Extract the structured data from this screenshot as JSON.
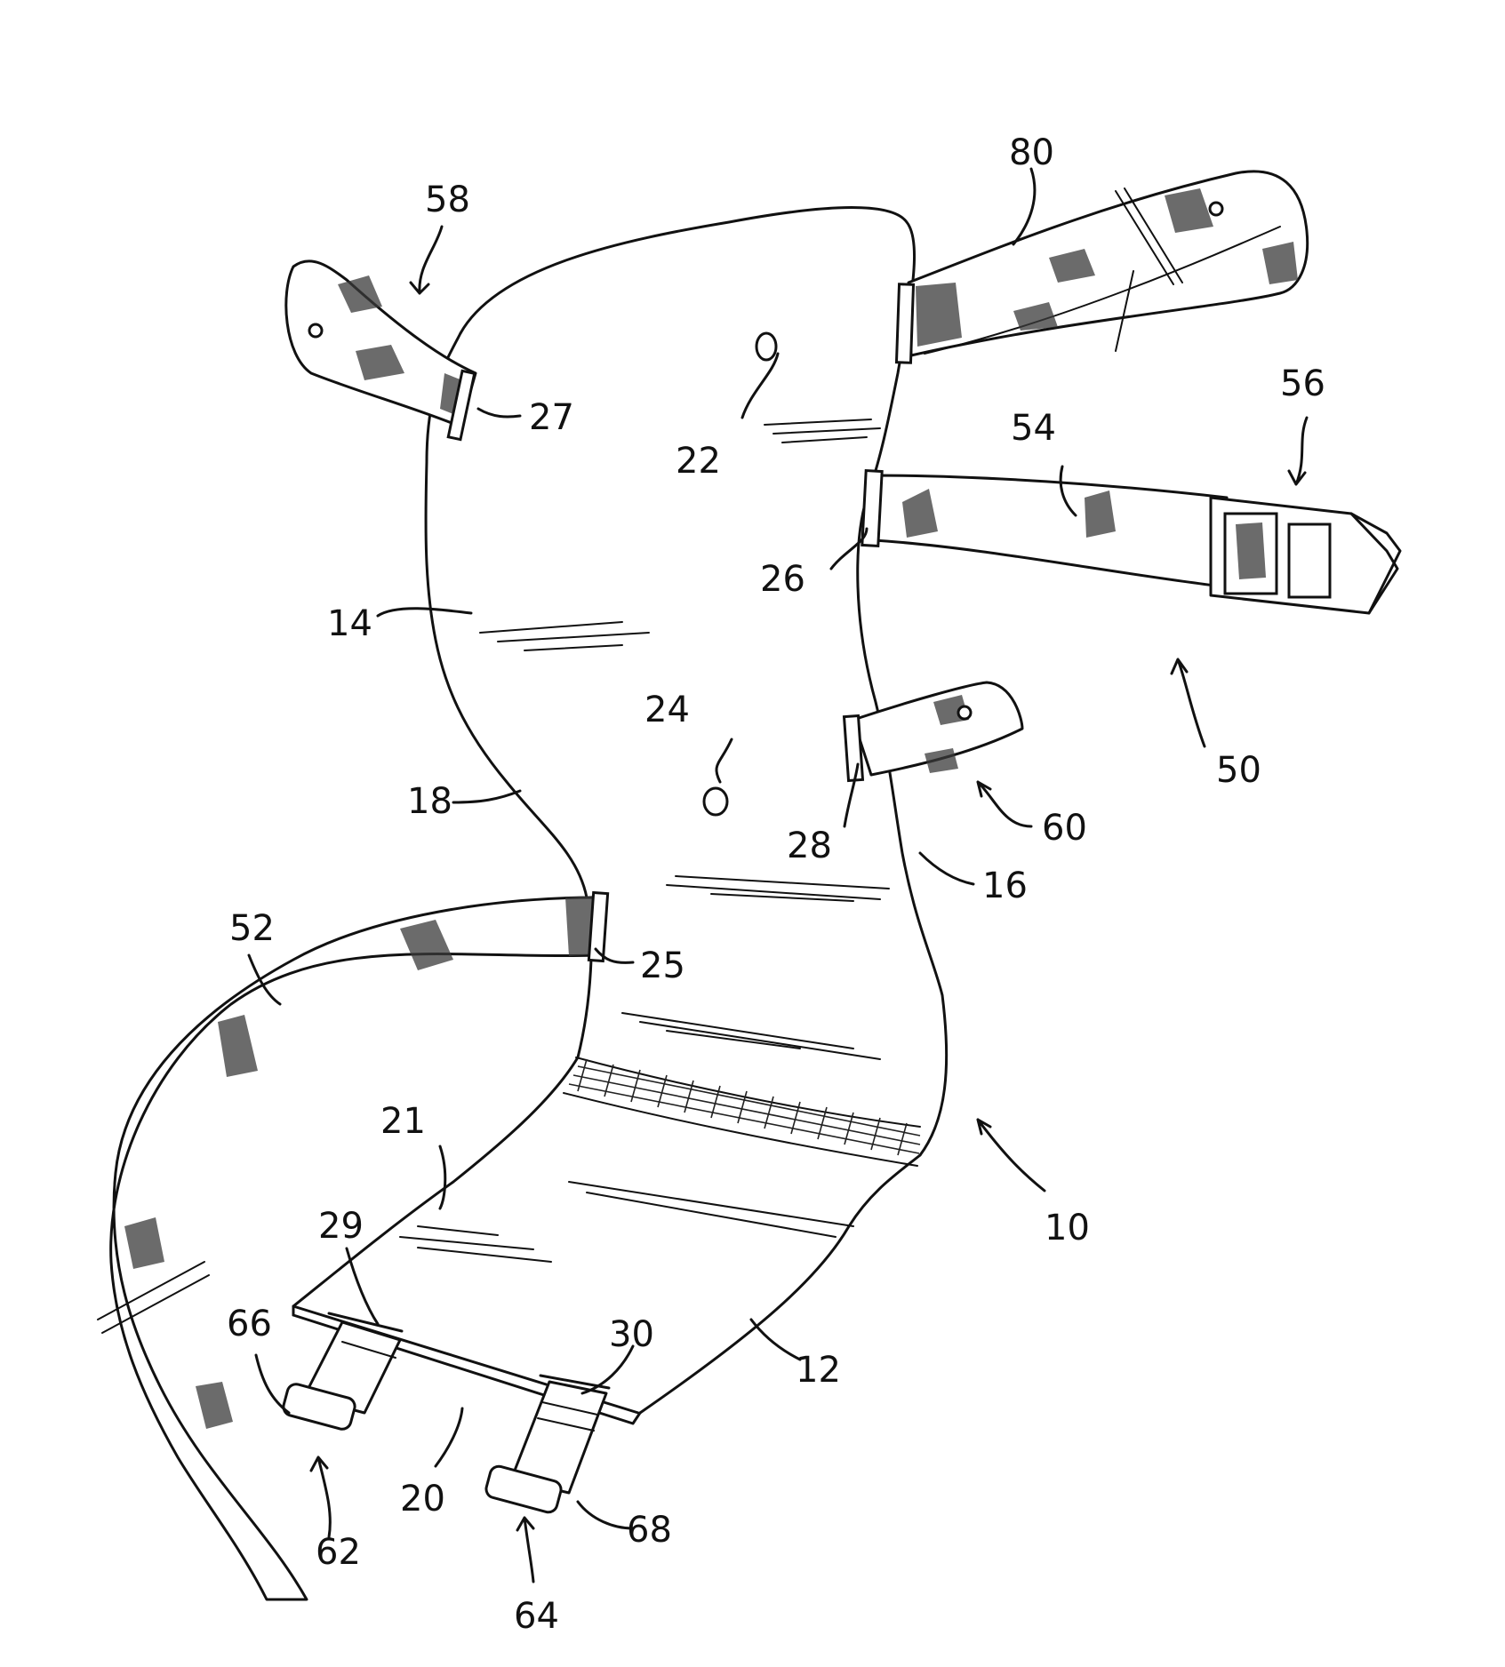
{
  "labels": {
    "l10": "10",
    "l12": "12",
    "l14": "14",
    "l16": "16",
    "l18": "18",
    "l20": "20",
    "l21": "21",
    "l22": "22",
    "l24": "24",
    "l25": "25",
    "l26": "26",
    "l27": "27",
    "l28": "28",
    "l29": "29",
    "l30": "30",
    "l50": "50",
    "l52": "52",
    "l54": "54",
    "l56": "56",
    "l58": "58",
    "l60": "60",
    "l62": "62",
    "l64": "64",
    "l66": "66",
    "l68": "68",
    "l80": "80"
  }
}
